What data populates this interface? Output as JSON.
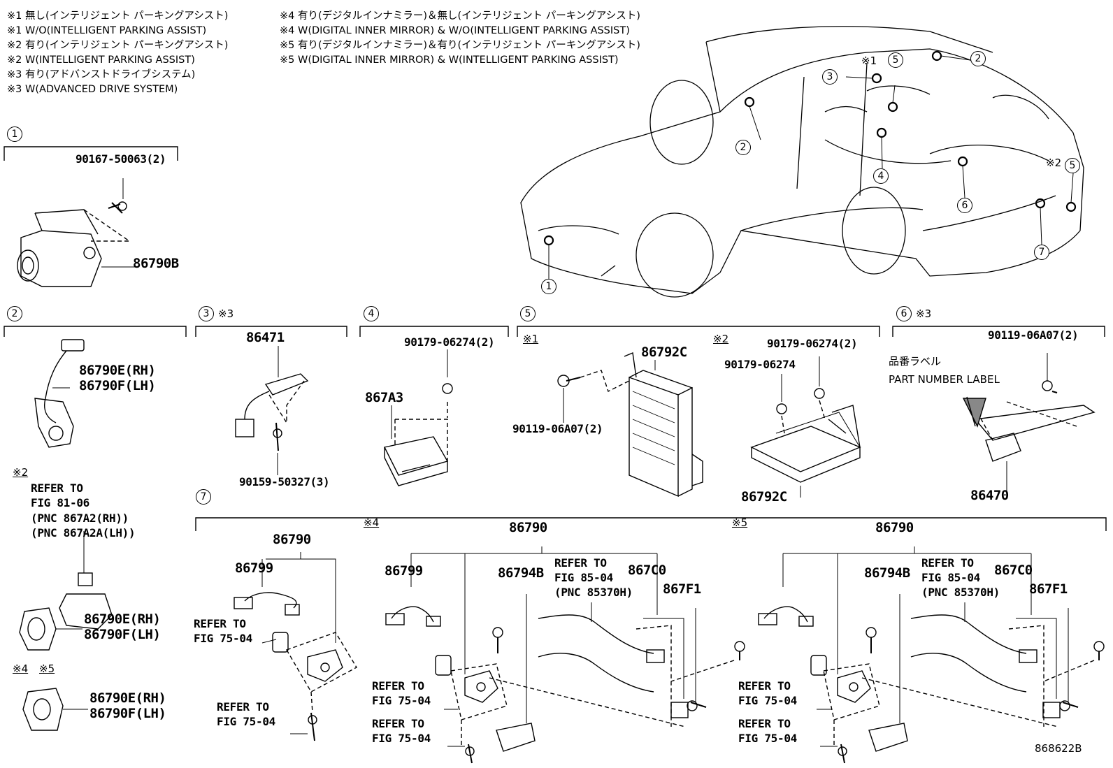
{
  "legend": [
    "※1 無し(インテリジェント パーキングアシスト)",
    "※1 W/O(INTELLIGENT PARKING ASSIST)",
    "※2 有り(インテリジェント パーキングアシスト)",
    "※2 W(INTELLIGENT PARKING ASSIST)",
    "※3 有り(アドバンストドライブシステム)",
    "※3 W(ADVANCED DRIVE SYSTEM)",
    "※4 有り(デジタルインナミラー)＆無し(インテリジェント パーキングアシスト)",
    "※4 W(DIGITAL INNER MIRROR) & W/O(INTELLIGENT PARKING ASSIST)",
    "※5 有り(デジタルインナミラー)＆有り(インテリジェント パーキングアシスト)",
    "※5 W(DIGITAL INNER MIRROR) & W(INTELLIGENT PARKING ASSIST)"
  ],
  "callouts": [
    "1",
    "2",
    "3",
    "4",
    "5",
    "6",
    "7"
  ],
  "marks": {
    "m1": "※1",
    "m2": "※2",
    "m3": "※3",
    "m4": "※4",
    "m5": "※5"
  },
  "s1": {
    "bolt": "90167-50063(2)",
    "camera": "86790B"
  },
  "s2": {
    "cam_top_rh": "86790E(RH)",
    "cam_top_lh": "86790F(LH)",
    "refer": [
      "REFER TO",
      "FIG 81-06",
      "(PNC 867A2(RH))",
      "(PNC 867A2A(LH))"
    ],
    "cam_mid_rh": "86790E(RH)",
    "cam_mid_lh": "86790F(LH)",
    "cam_bot_rh": "86790E(RH)",
    "cam_bot_lh": "86790F(LH)"
  },
  "s3": {
    "part": "86471",
    "screw": "90159-50327(3)"
  },
  "s4": {
    "nut": "90179-06274(2)",
    "ecu": "867A3"
  },
  "s5": {
    "bolt": "90119-06A07(2)",
    "ecu1": "86792C",
    "nut2": "90179-06274(2)",
    "nut1": "90179-06274",
    "ecu2": "86792C"
  },
  "s6": {
    "bolt": "90119-06A07(2)",
    "label_jp": "品番ラベル",
    "label_en": "PART NUMBER LABEL",
    "part": "86470"
  },
  "s7": {
    "a": {
      "assy": "86790",
      "harness": "86799",
      "refer1": [
        "REFER TO",
        "FIG 75-04"
      ],
      "refer2": [
        "REFER TO",
        "FIG 75-04"
      ]
    },
    "b": {
      "assy": "86790",
      "harness": "86799",
      "bracket": "86794B",
      "refer": [
        "REFER TO",
        "FIG 85-04",
        "(PNC 85370H)"
      ],
      "p1": "867C0",
      "p2": "867F1",
      "refer1": [
        "REFER TO",
        "FIG 75-04"
      ],
      "refer2": [
        "REFER TO",
        "FIG 75-04"
      ]
    },
    "c": {
      "assy": "86790",
      "bracket": "86794B",
      "refer": [
        "REFER TO",
        "FIG 85-04",
        "(PNC 85370H)"
      ],
      "p1": "867C0",
      "p2": "867F1",
      "refer1": [
        "REFER TO",
        "FIG 75-04"
      ],
      "refer2": [
        "REFER TO",
        "FIG 75-04"
      ]
    }
  },
  "fig_id": "868622B"
}
